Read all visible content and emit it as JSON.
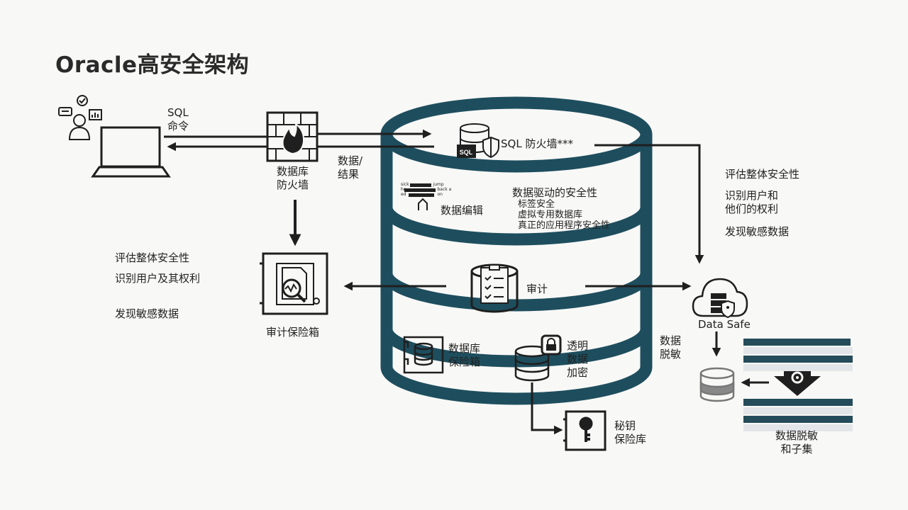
{
  "title": "Oracle高安全架构",
  "client": {
    "sql_label_line1": "SQL",
    "sql_label_line2": "命令"
  },
  "db_firewall": {
    "label_line1": "数据库",
    "label_line2": "防火墙"
  },
  "data_result": {
    "line1": "数据/",
    "line2": "结果"
  },
  "sql_firewall": {
    "label": "SQL 防火墙***",
    "icon_text": "SQL"
  },
  "redaction": {
    "label": "数据编辑",
    "snippet_words": [
      "sick",
      "jump",
      "he",
      "back a",
      "ed",
      "on"
    ]
  },
  "data_driven_security": {
    "heading": "数据驱动的安全性",
    "items": [
      "标签安全",
      "虚拟专用数据库",
      "真正的应用程序安全性"
    ]
  },
  "audit": {
    "label": "审计"
  },
  "audit_vault": {
    "label": "审计保险箱",
    "notes": [
      "评估整体安全性",
      "识别用户及其权利",
      "发现敏感数据"
    ]
  },
  "db_vault": {
    "label_line1": "数据库",
    "label_line2": "保险箱"
  },
  "tde": {
    "line1": "透明",
    "line2": "数据",
    "line3": "加密"
  },
  "key_vault": {
    "line1": "秘钥",
    "line2": "保险库"
  },
  "data_masking_side": {
    "line1": "数据",
    "line2": "脱敏"
  },
  "data_safe": {
    "label": "Data Safe",
    "notes": [
      "评估整体安全性",
      "识别用户和",
      "他们的权利",
      "发现敏感数据"
    ]
  },
  "masking_subset": {
    "line1": "数据脱敏",
    "line2": "和子集"
  },
  "colors": {
    "teal": "#1e4e5e",
    "dark": "#1f1f1f",
    "grid_dark": "#244c5a",
    "grid_light": "#e3e6e8",
    "background": "#f8f8f6"
  }
}
